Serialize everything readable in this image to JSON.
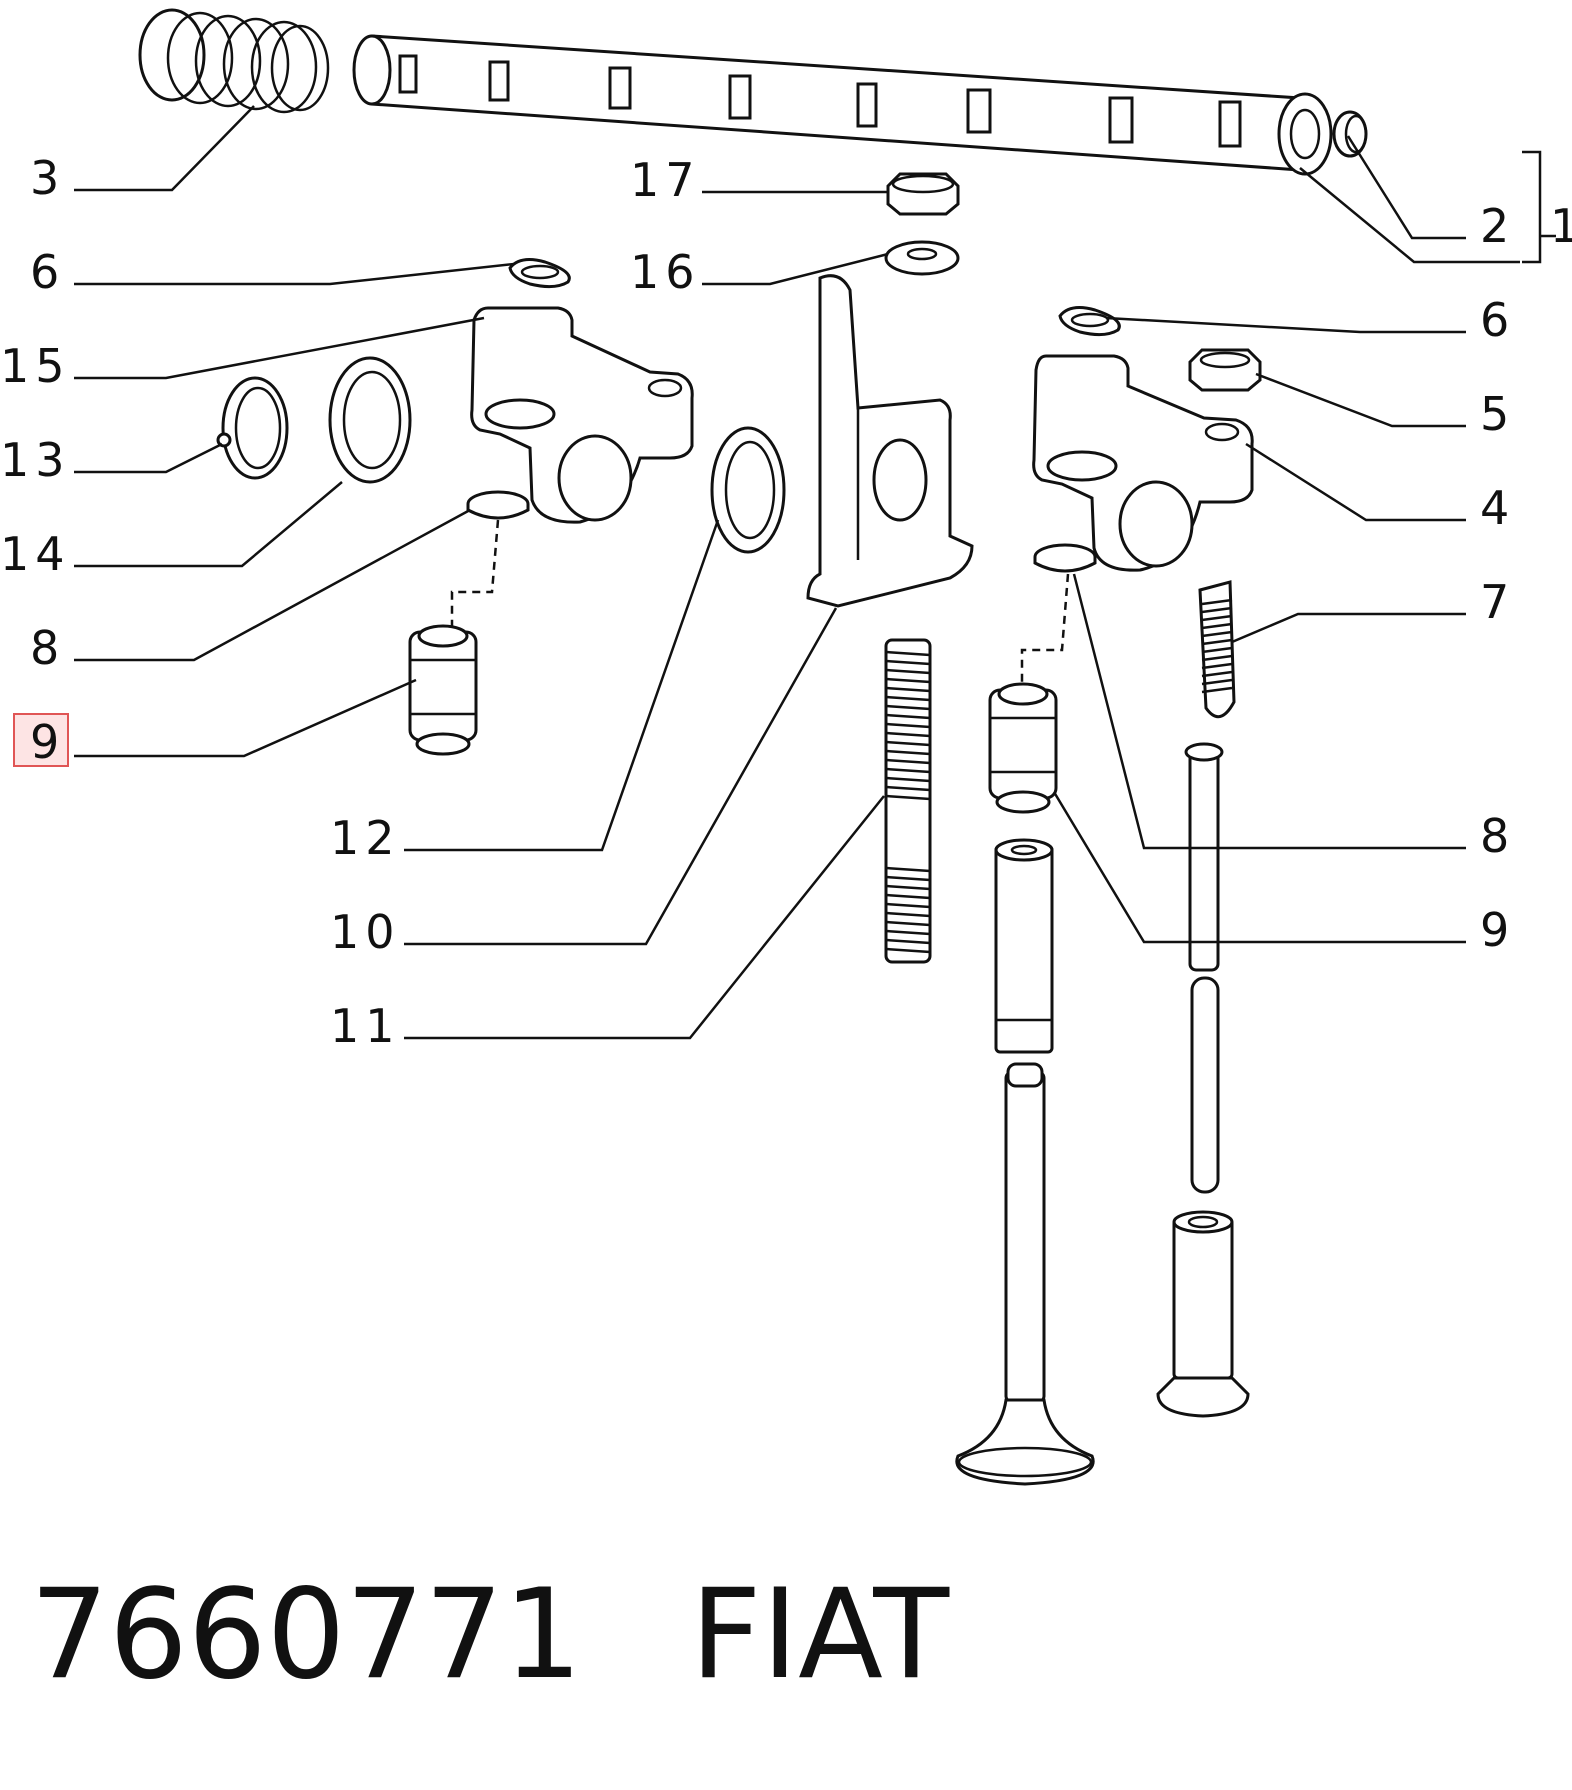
{
  "callouts": {
    "c3": "3",
    "c6a": "6",
    "c15": "15",
    "c13": "13",
    "c14": "14",
    "c8a": "8",
    "c9a": "9",
    "c17": "17",
    "c16": "16",
    "c12": "12",
    "c10": "10",
    "c11": "11",
    "c2": "2",
    "c1": "1",
    "c6b": "6",
    "c5": "5",
    "c4": "4",
    "c7": "7",
    "c8b": "8",
    "c9b": "9"
  },
  "selected_callout": "9",
  "footer": {
    "part_number": "7660771",
    "brand": "FIAT"
  },
  "colors": {
    "ink": "#111111",
    "highlight_border": "#e05555",
    "highlight_fill": "#fde4e4"
  }
}
